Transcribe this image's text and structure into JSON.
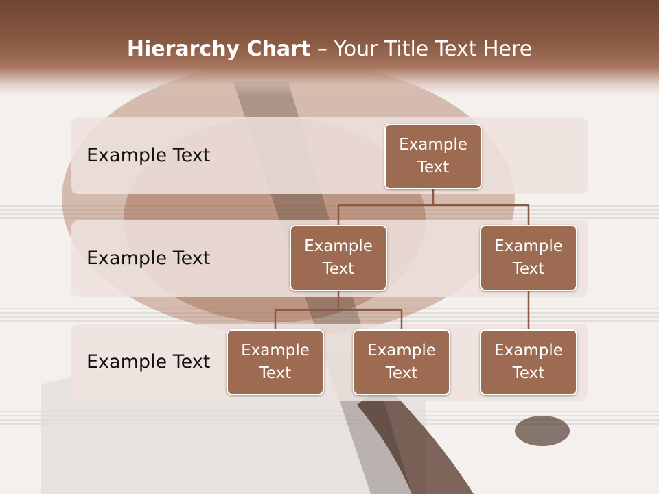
{
  "title": {
    "bold": "Hierarchy Chart",
    "rest": " – Your Title Text Here"
  },
  "levels": [
    {
      "label": "Example Text"
    },
    {
      "label": "Example Text"
    },
    {
      "label": "Example Text"
    }
  ],
  "nodes": {
    "root": "Example Text",
    "level2_left": "Example Text",
    "level2_right": "Example Text",
    "level3_a": "Example Text",
    "level3_b": "Example Text",
    "level3_c": "Example Text"
  },
  "colors": {
    "node_fill": "#9d6b51",
    "header_brown": "#7a4f3a",
    "connector": "#8a5a42"
  }
}
